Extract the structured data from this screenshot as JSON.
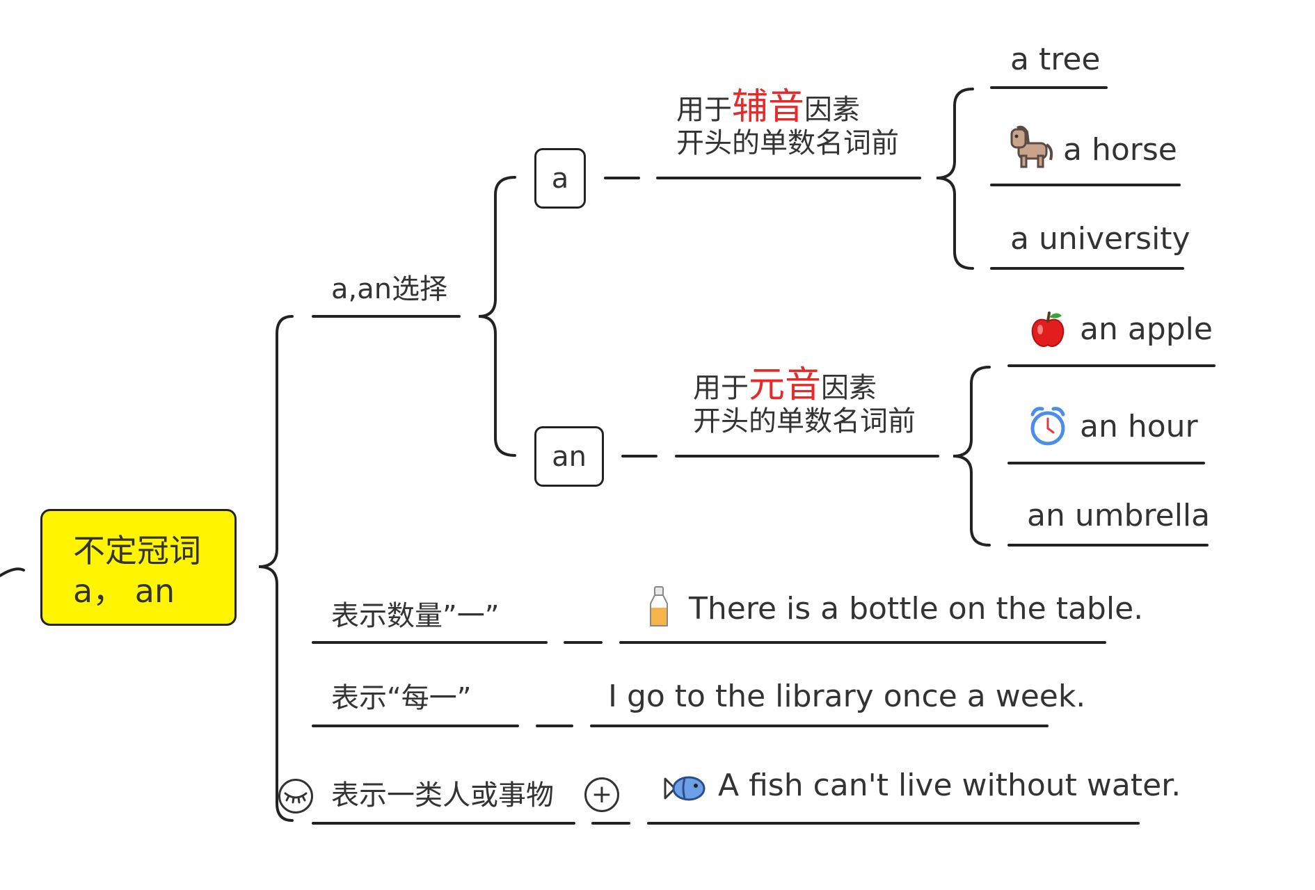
{
  "root": {
    "line1": "不定冠词",
    "line2": "a，  an"
  },
  "choice": {
    "label": "a,an选择"
  },
  "branch_a": {
    "box_label": "a",
    "rule_prefix": "用于",
    "rule_highlight": "辅音",
    "rule_suffix": "因素",
    "rule_line2": "开头的单数名词前",
    "examples": [
      "a tree",
      "a horse",
      "a university"
    ]
  },
  "branch_an": {
    "box_label": "an",
    "rule_prefix": "用于",
    "rule_highlight": "元音",
    "rule_suffix": "因素",
    "rule_line2": "开头的单数名词前",
    "examples": [
      "an apple",
      "an hour",
      "an umbrella"
    ]
  },
  "usages": [
    {
      "label": "表示数量”一”",
      "example": "There is a bottle on the table."
    },
    {
      "label": "表示“每一”",
      "example": "I go to the library once a week."
    },
    {
      "label": "表示一类人或事物",
      "example": "A fish can't live without water."
    }
  ],
  "colors": {
    "root_fill": "#fff500",
    "highlight": "#e42b2b",
    "line": "#222222"
  },
  "icons": [
    "horse-icon",
    "apple-icon",
    "alarm-clock-icon",
    "bottle-icon",
    "fish-icon",
    "collapse-eye-icon",
    "expand-plus-icon"
  ],
  "controls": {
    "expand_symbol": "+"
  }
}
